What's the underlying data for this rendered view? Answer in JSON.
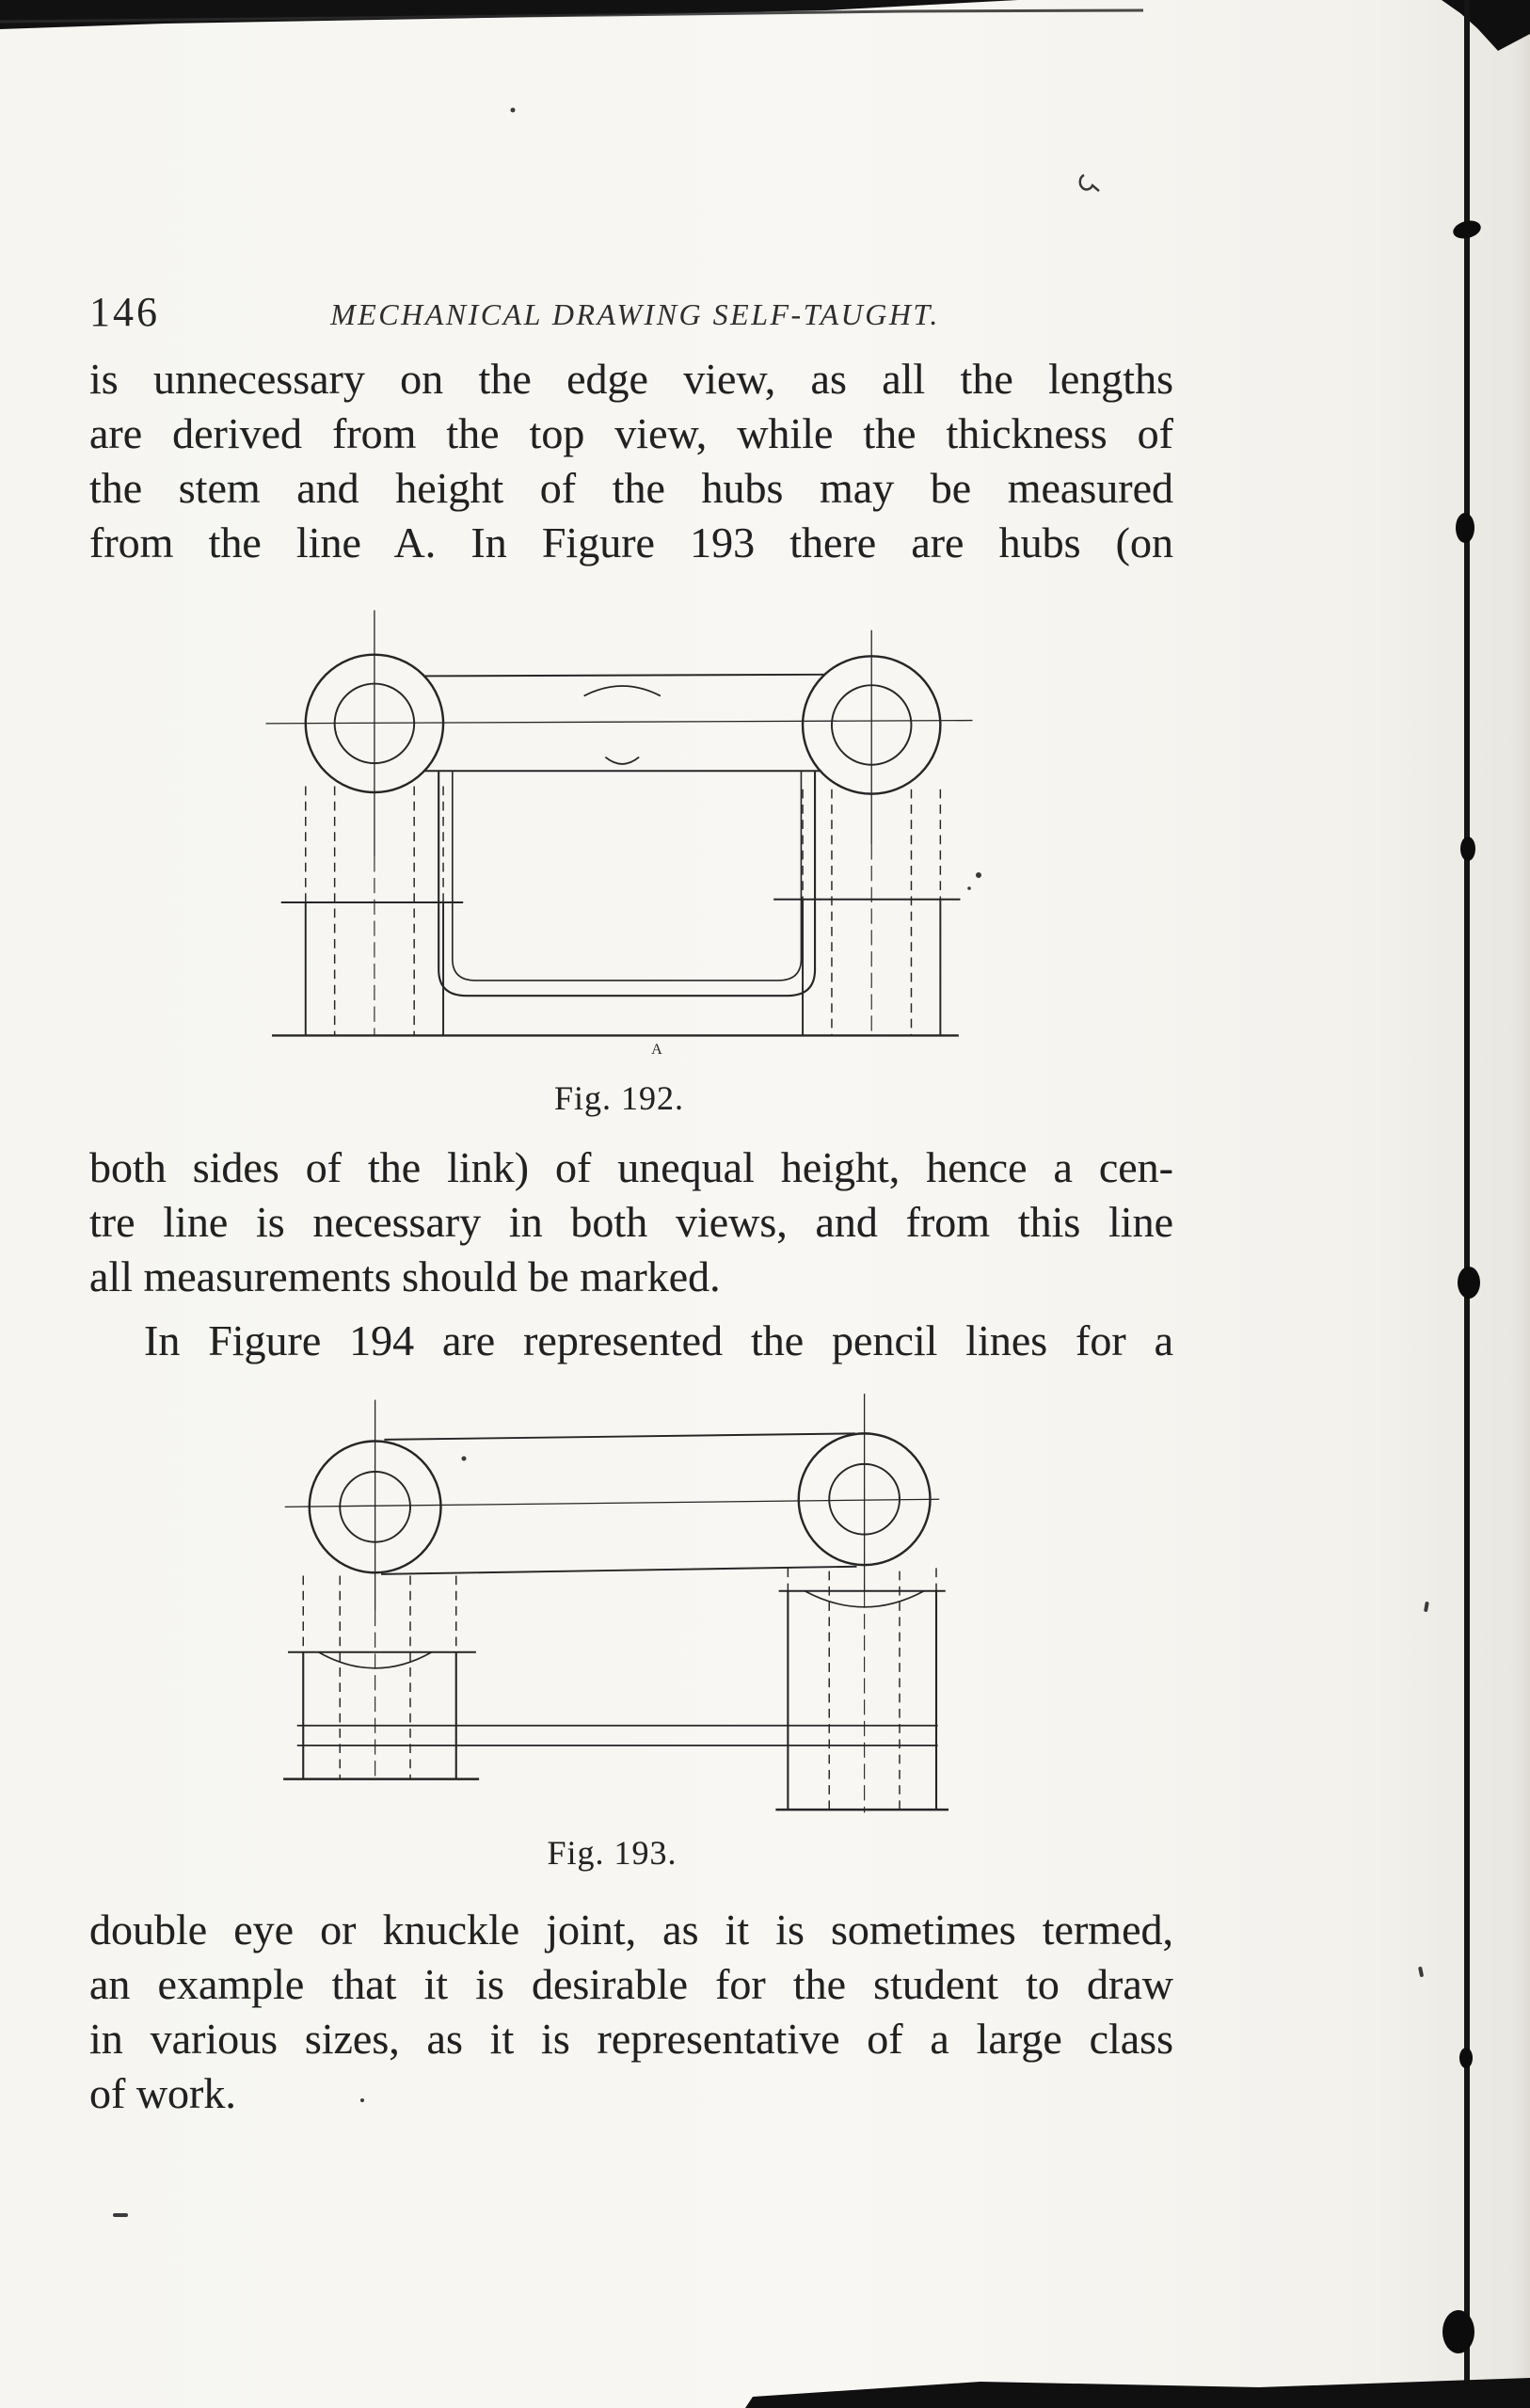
{
  "page": {
    "number": "146",
    "running_header": "MECHANICAL DRAWING SELF-TAUGHT.",
    "body": {
      "p1": {
        "lines": [
          "is unnecessary on the edge view, as all the lengths",
          "are derived from the top view, while the thickness of",
          "the stem and height of the hubs may be measured",
          "from the line A.  In Figure 193 there are hubs (on"
        ]
      },
      "p2": {
        "lines": [
          "both sides of the link) of unequal height, hence a cen-",
          "tre line is necessary in both views, and from this line",
          "all measurements should be marked."
        ]
      },
      "p3": {
        "lines": [
          "In Figure 194 are represented the pencil lines for a"
        ]
      },
      "p4": {
        "lines": [
          "double eye or knuckle joint, as it is sometimes termed,",
          "an example that it is desirable for the student to draw",
          "in various sizes, as it is representative of a large class",
          "of work."
        ]
      }
    },
    "figures": {
      "fig192": {
        "caption": "Fig. 192.",
        "point_label": "A"
      },
      "fig193": {
        "caption": "Fig. 193."
      }
    }
  }
}
